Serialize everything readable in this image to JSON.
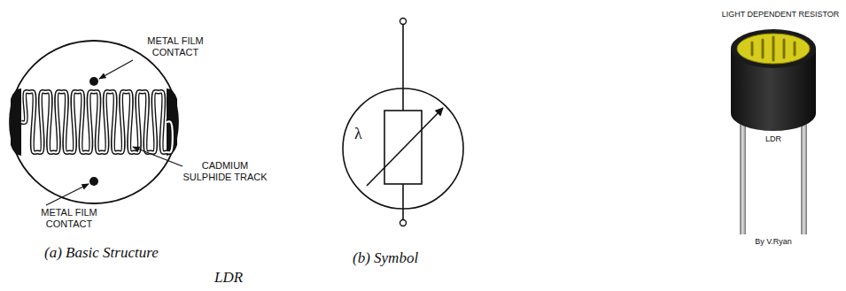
{
  "diagram": {
    "caption": "LDR",
    "labels": [
      "METAL FILM CONTACT",
      "CADMIUM SULPHIDE TRACK",
      "METAL FILM CONTACT",
      "(a) Basic Structure",
      "λ",
      "(b) Symbol",
      "LIGHT DEPENDENT RESISTOR",
      "LDR",
      "By V.Ryan"
    ]
  }
}
